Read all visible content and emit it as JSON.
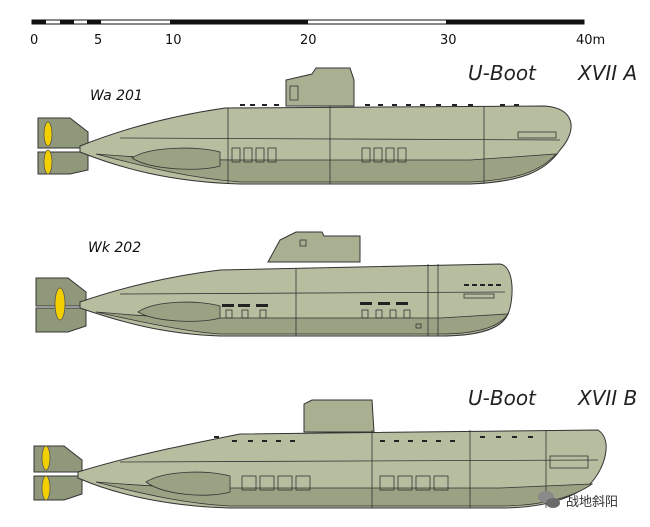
{
  "scale": {
    "tick_labels": [
      "0",
      "5",
      "10",
      "20",
      "30",
      "40m"
    ]
  },
  "boats": [
    {
      "label": "Wa 201",
      "heading_left": "U-Boot",
      "heading_right": "XVII A"
    },
    {
      "label": "Wk 202"
    },
    {
      "heading_left": "U-Boot",
      "heading_right": "XVII B"
    }
  ],
  "watermark": {
    "text": "战地斜阳",
    "icon": "wechat-icon"
  },
  "colors": {
    "hull": "#b7bea0",
    "tower": "#a9b092",
    "propeller": "#f2d000"
  }
}
